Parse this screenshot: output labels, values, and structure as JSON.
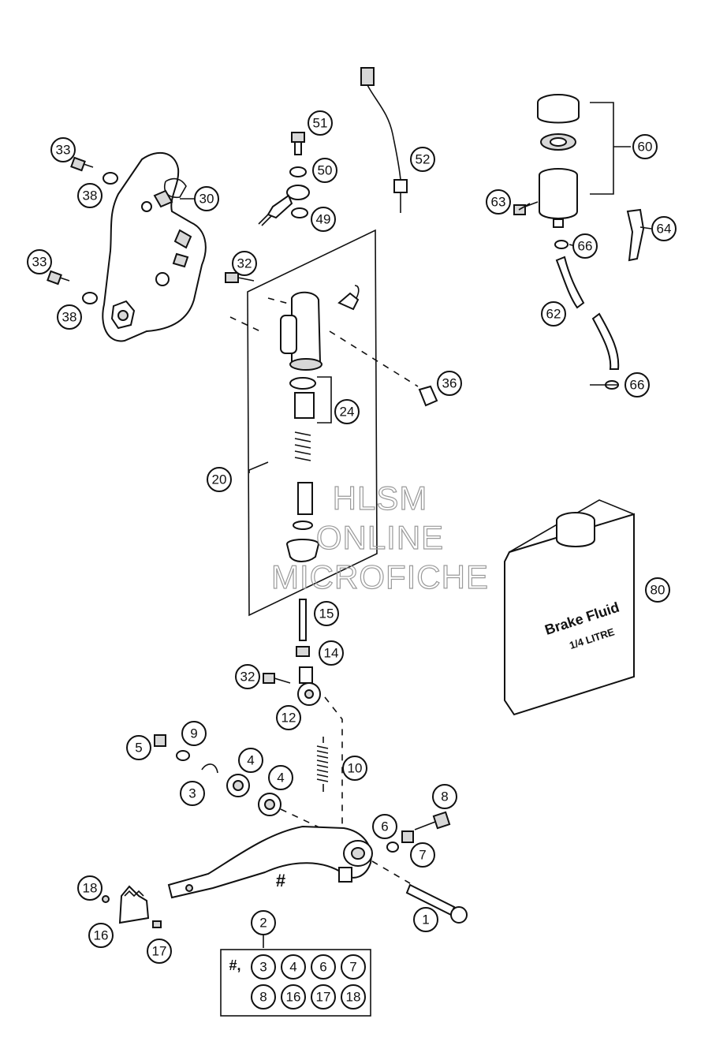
{
  "callouts": {
    "c1": "1",
    "c2": "2",
    "c3": "3",
    "c4a": "4",
    "c4b": "4",
    "c5": "5",
    "c6": "6",
    "c7": "7",
    "c8": "8",
    "c9": "9",
    "c10": "10",
    "c12": "12",
    "c14": "14",
    "c15": "15",
    "c16": "16",
    "c17": "17",
    "c18": "18",
    "c20": "20",
    "c24": "24",
    "c30": "30",
    "c32a": "32",
    "c32b": "32",
    "c33a": "33",
    "c33b": "33",
    "c36": "36",
    "c38a": "38",
    "c38b": "38",
    "c49": "49",
    "c50": "50",
    "c51": "51",
    "c52": "52",
    "c60": "60",
    "c62": "62",
    "c63": "63",
    "c64": "64",
    "c66a": "66",
    "c66b": "66",
    "c80": "80"
  },
  "pedal_symbol": "#",
  "kit_box": {
    "prefix": "#,",
    "row1": [
      "3",
      "4",
      "6",
      "7"
    ],
    "row2": [
      "8",
      "16",
      "17",
      "18"
    ]
  },
  "watermark": [
    "HLSM",
    "ONLINE",
    "MICROFICHE"
  ],
  "container": {
    "line1": "Brake Fluid",
    "line2": "1/4 LITRE"
  }
}
